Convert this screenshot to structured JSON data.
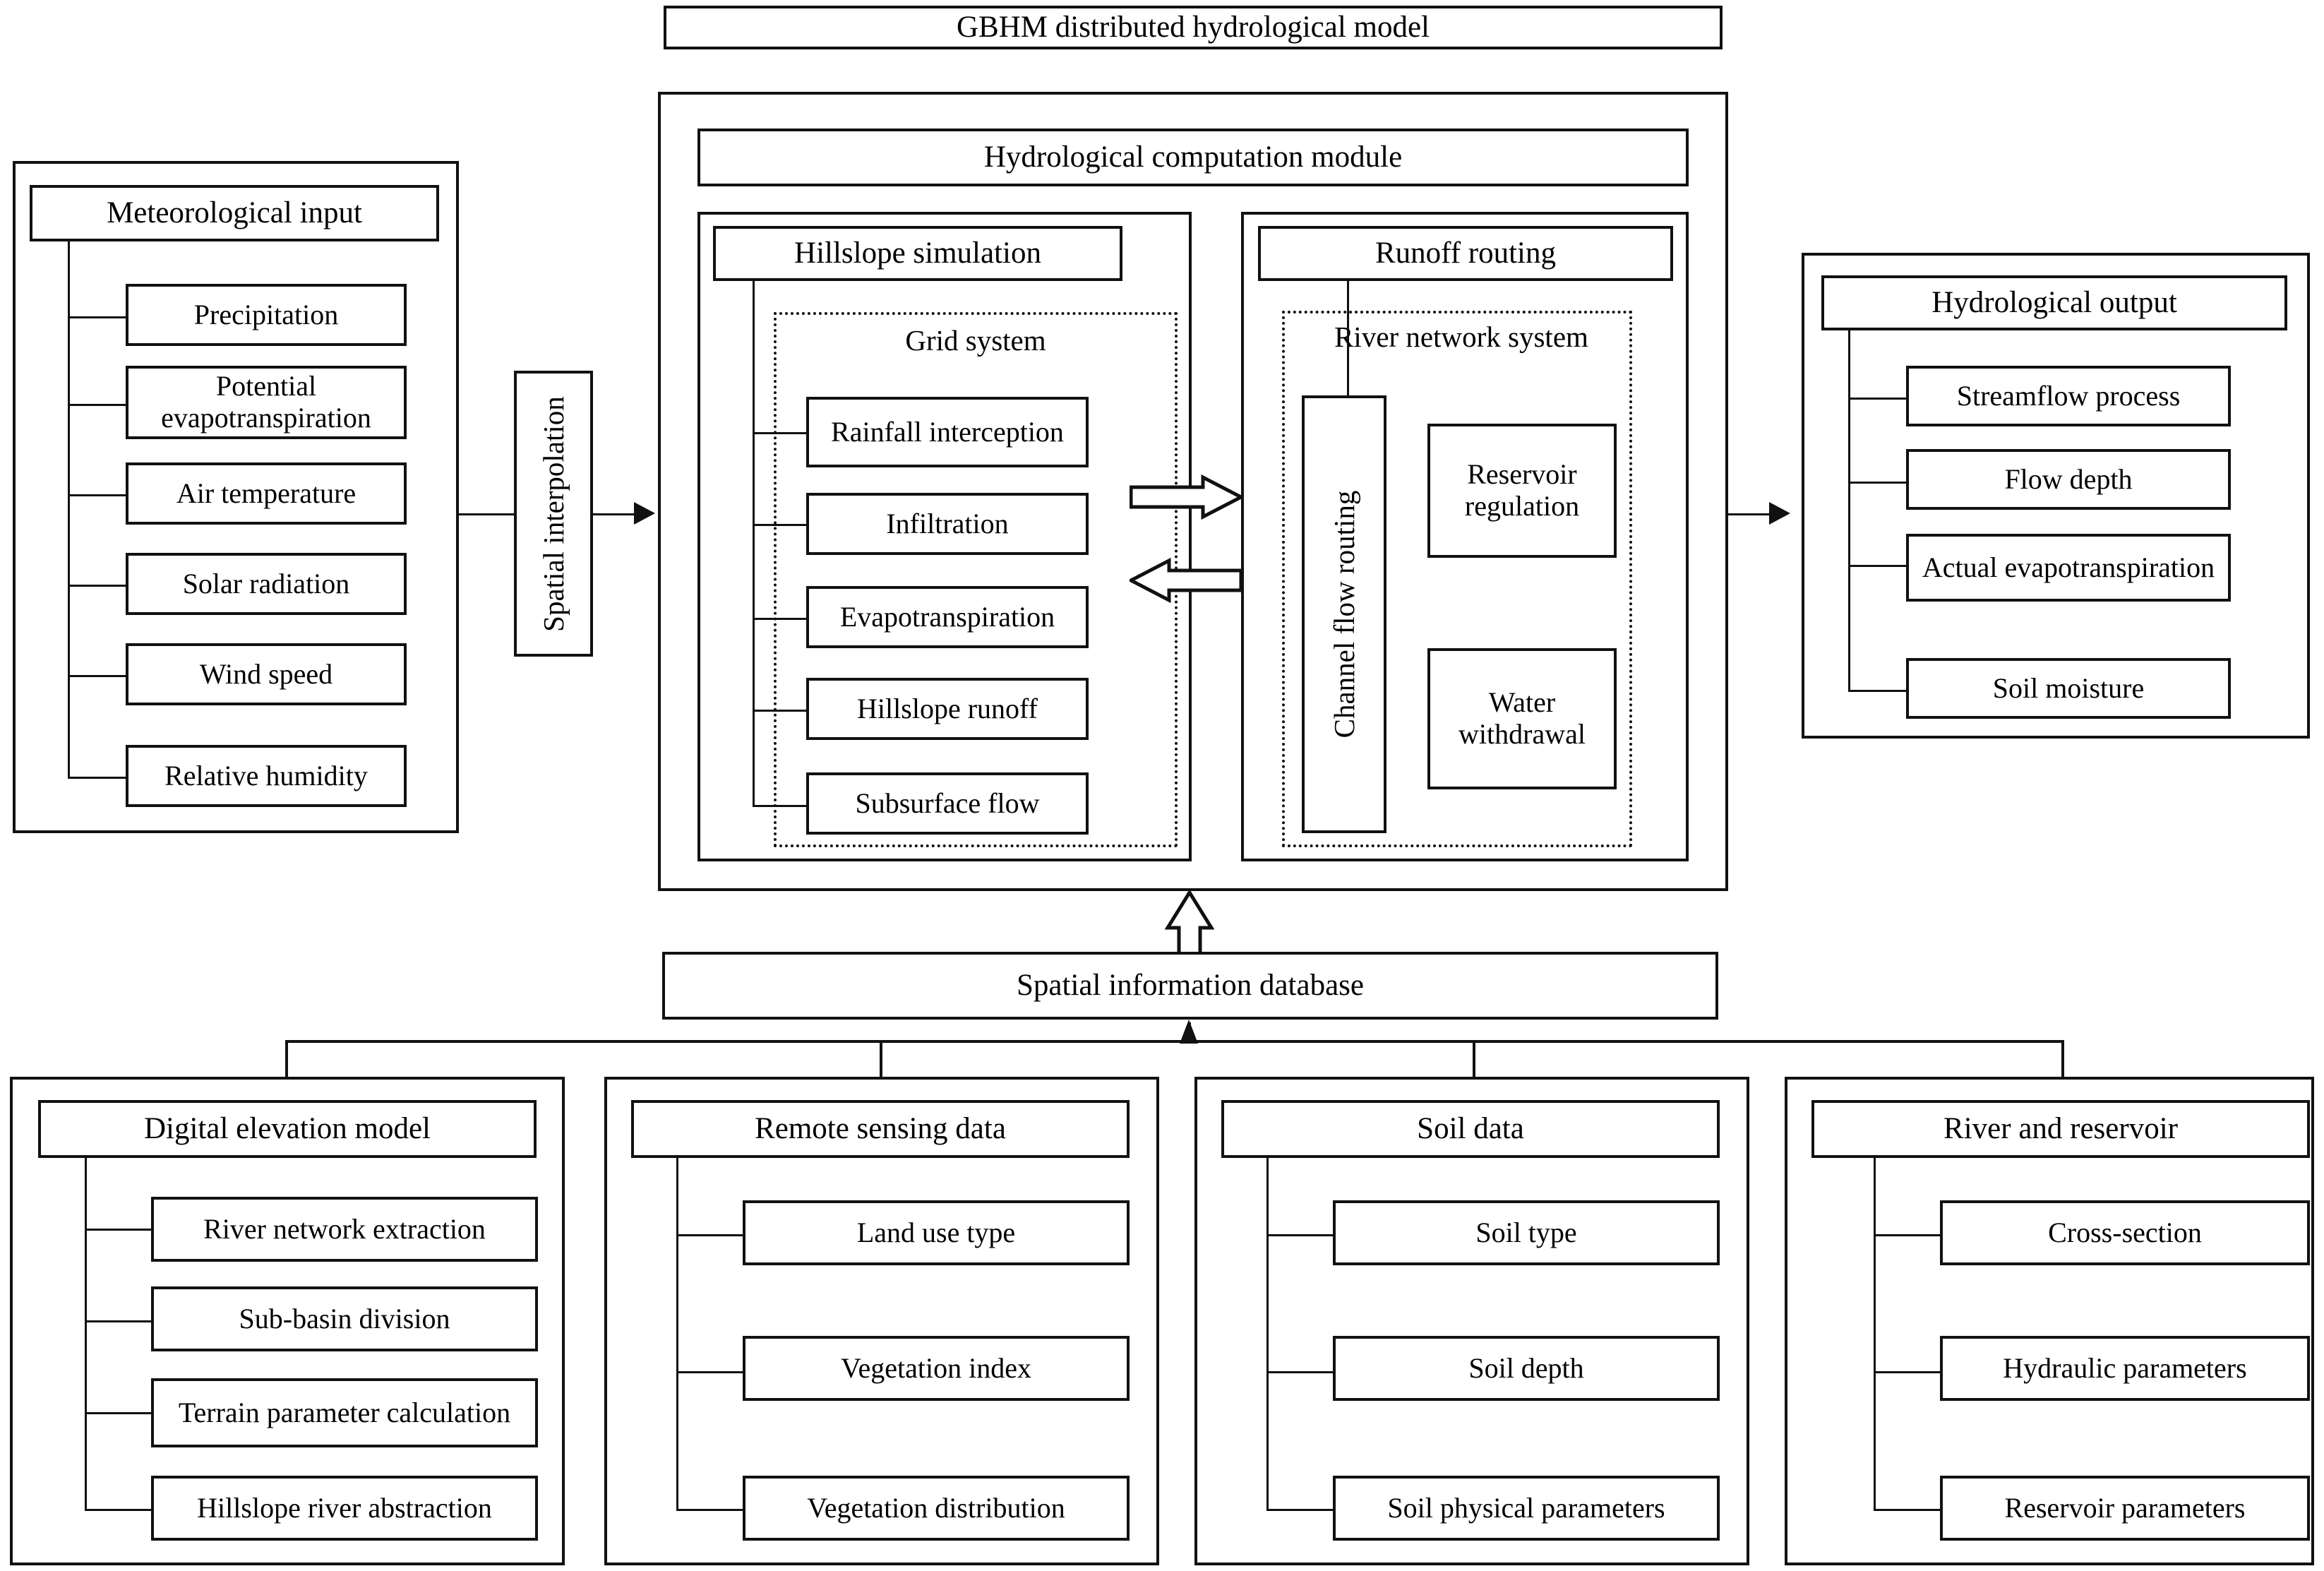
{
  "diagram": {
    "title": "GBHM distributed hydrological model",
    "model_header": "GBHM distributed hydrological model",
    "module_header": "Hydrological computation module",
    "spatial_interpolation": "Spatial interpolation",
    "spatial_database": "Spatial information database",
    "meteorological": {
      "header": "Meteorological input",
      "items": [
        "Precipitation",
        "Potential evapotranspiration",
        "Air temperature",
        "Solar radiation",
        "Wind speed",
        "Relative humidity"
      ]
    },
    "hillslope": {
      "header": "Hillslope simulation",
      "group_label": "Grid system",
      "items": [
        "Rainfall interception",
        "Infiltration",
        "Evapotranspiration",
        "Hillslope runoff",
        "Subsurface flow"
      ]
    },
    "runoff": {
      "header": "Runoff routing",
      "group_label": "River network system",
      "channel_label": "Channel flow routing",
      "items": [
        "Reservoir regulation",
        "Water withdrawal"
      ]
    },
    "output": {
      "header": "Hydrological output",
      "items": [
        "Streamflow process",
        "Flow depth",
        "Actual evapotranspiration",
        "Soil moisture"
      ]
    },
    "data_sources": [
      {
        "header": "Digital elevation model",
        "items": [
          "River network extraction",
          "Sub-basin division",
          "Terrain parameter calculation",
          "Hillslope river abstraction"
        ]
      },
      {
        "header": "Remote sensing data",
        "items": [
          "Land use type",
          "Vegetation index",
          "Vegetation distribution"
        ]
      },
      {
        "header": "Soil data",
        "items": [
          "Soil type",
          "Soil depth",
          "Soil physical parameters"
        ]
      },
      {
        "header": "River and reservoir",
        "items": [
          "Cross-section",
          "Hydraulic parameters",
          "Reservoir parameters"
        ]
      }
    ],
    "colors": {
      "line": "#111111",
      "background": "#ffffff"
    }
  }
}
